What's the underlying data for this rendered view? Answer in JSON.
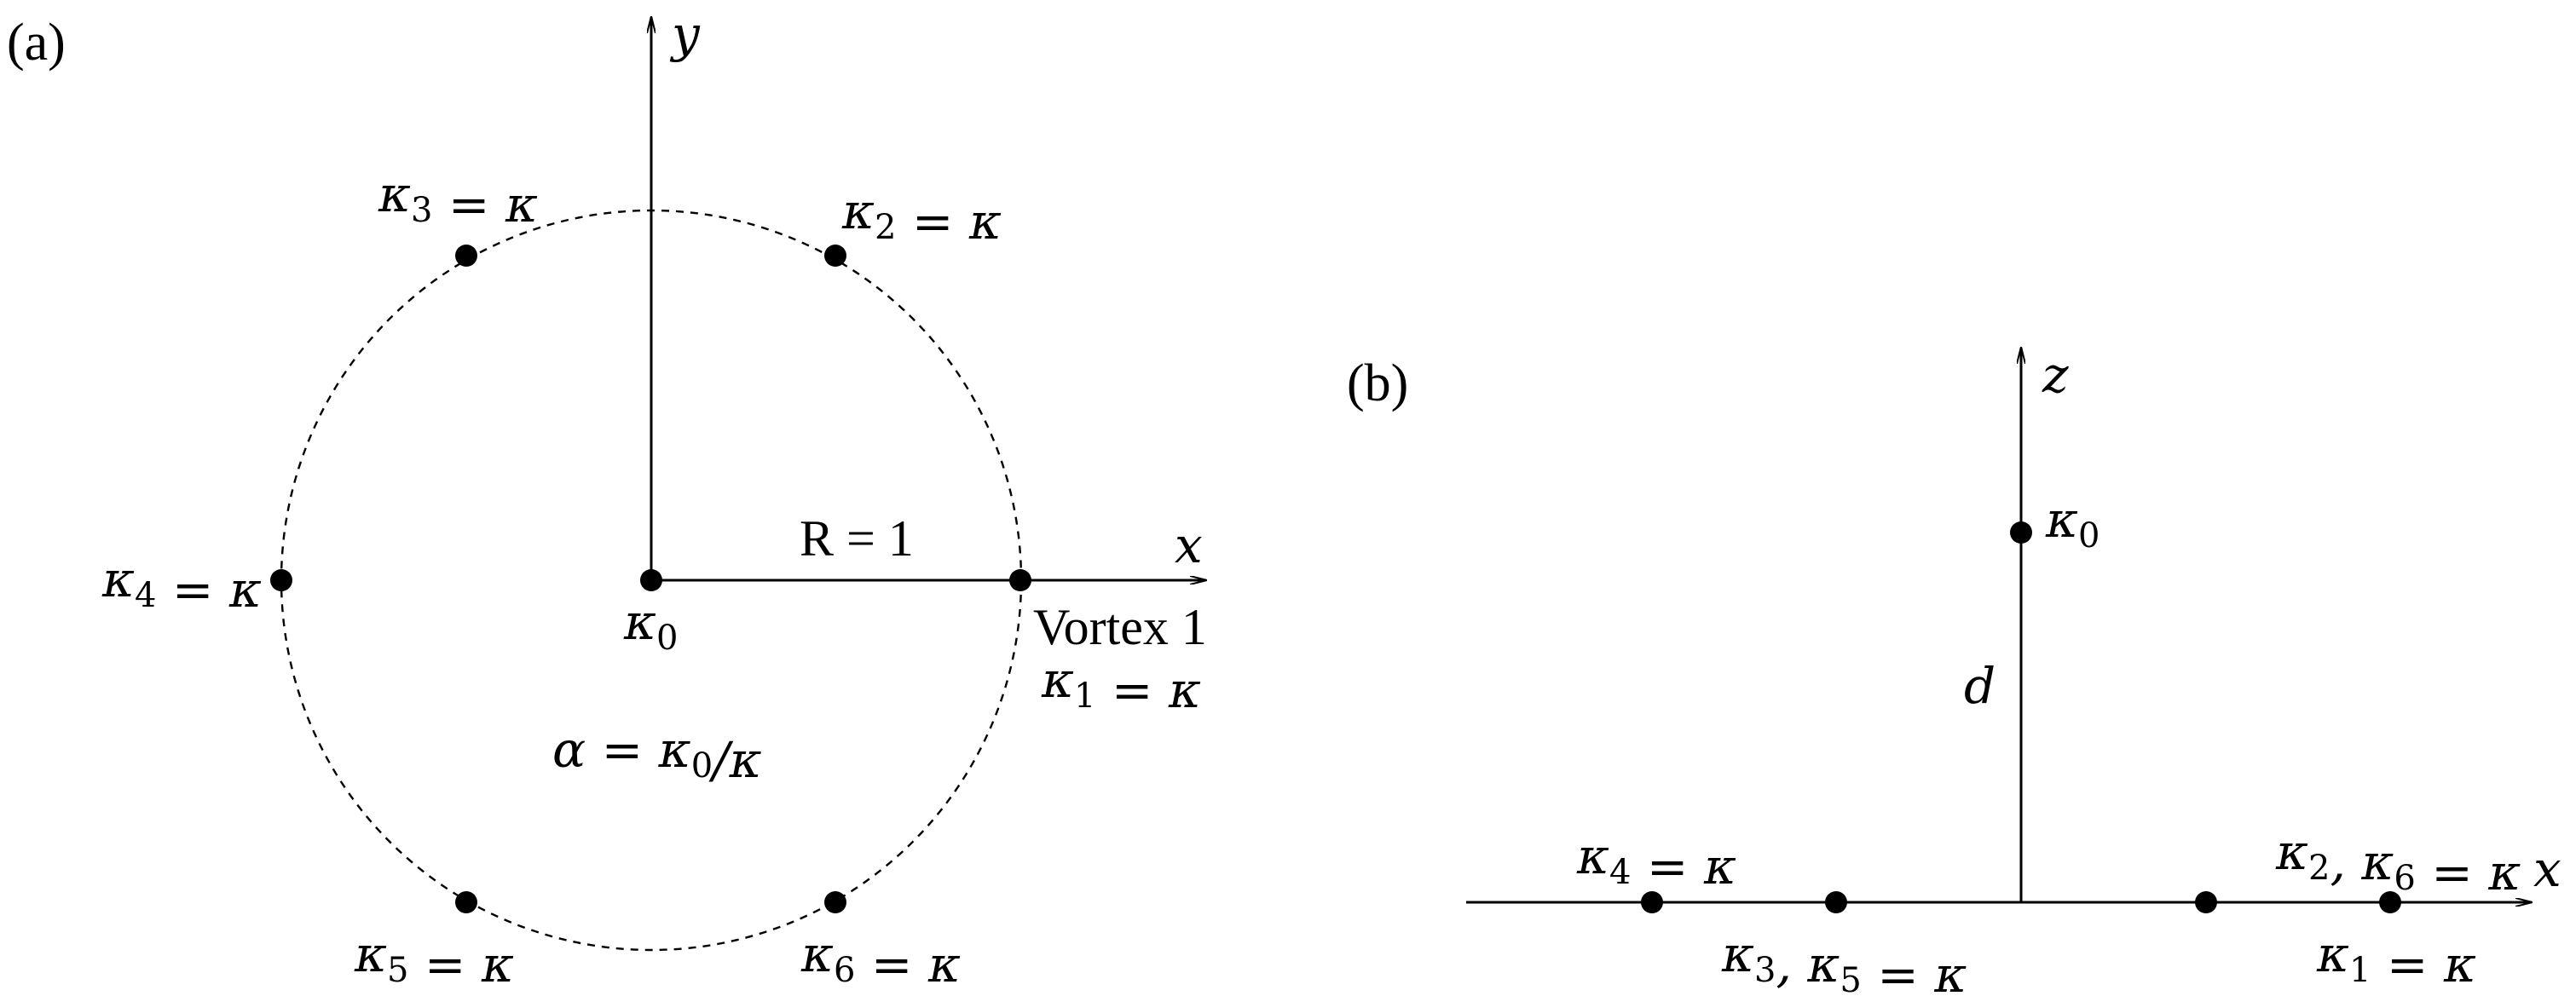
{
  "panel_a": {
    "label": "(a)",
    "y_axis": "y",
    "x_axis": "x",
    "radius_label": "R = 1",
    "center_label": "κ0",
    "vortex_label": "Vortex 1",
    "alpha_label": "α = κ0/κ",
    "vortex_labels": {
      "v1": "κ1 = κ",
      "v2": "κ2 = κ",
      "v3": "κ3 = κ",
      "v4": "κ4 = κ",
      "v5": "κ5 = κ",
      "v6": "κ6 = κ"
    }
  },
  "panel_b": {
    "label": "(b)",
    "z_axis": "z",
    "x_axis": "x",
    "d_label": "d",
    "top_label": "κ0",
    "labels": {
      "k4": "κ4 = κ",
      "k35": "κ3, κ5 = κ",
      "k26": "κ2, κ6 = κ",
      "k1": "κ1 = κ"
    }
  }
}
